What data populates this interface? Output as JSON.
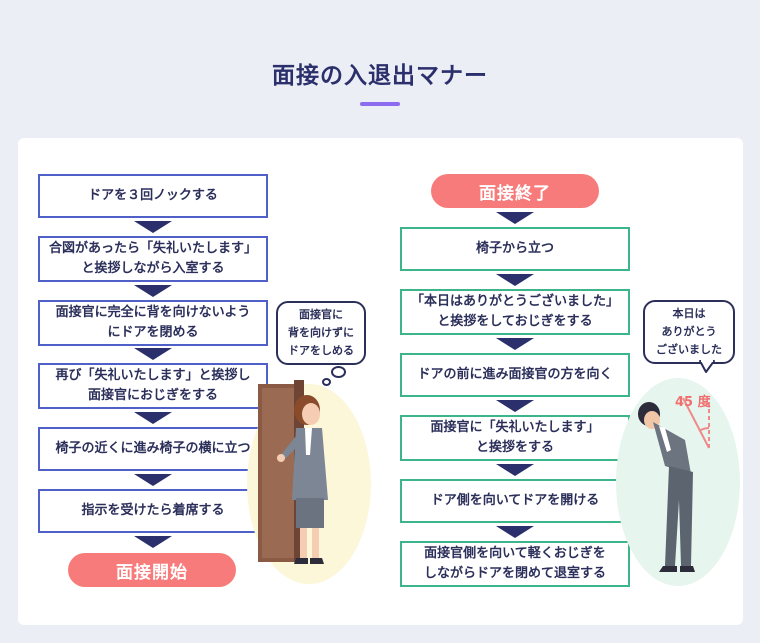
{
  "page": {
    "title": "面接の入退出マナー"
  },
  "entry": {
    "steps": [
      "ドアを３回ノックする",
      "合図があったら「失礼いたします」\nと挨拶しながら入室する",
      "面接官に完全に背を向けないよう\nにドアを閉める",
      "再び「失礼いたします」と挨拶し\n面接官におじぎをする",
      "椅子の近くに進み椅子の横に立つ",
      "指示を受けたら着席する"
    ],
    "end_label": "面接開始",
    "speech": "面接官に\n背を向けずに\nドアをしめる"
  },
  "exit": {
    "start_label": "面接終了",
    "steps": [
      "椅子から立つ",
      "「本日はありがとうございました」\nと挨拶をしておじぎをする",
      "ドアの前に進み面接官の方を向く",
      "面接官に「失礼いたします」\nと挨拶をする",
      "ドア側を向いてドアを開ける",
      "面接官側を向いて軽くおじぎを\nしながらドアを閉めて退室する"
    ],
    "speech": "本日は\nありがとう\nございました",
    "angle_label": "45 度"
  },
  "colors": {
    "entry_border": "#4f61c8",
    "exit_border": "#3db58a",
    "pill": "#f77b7b",
    "arrow": "#2b2f6b",
    "accent_line": "#8b6cf0"
  }
}
